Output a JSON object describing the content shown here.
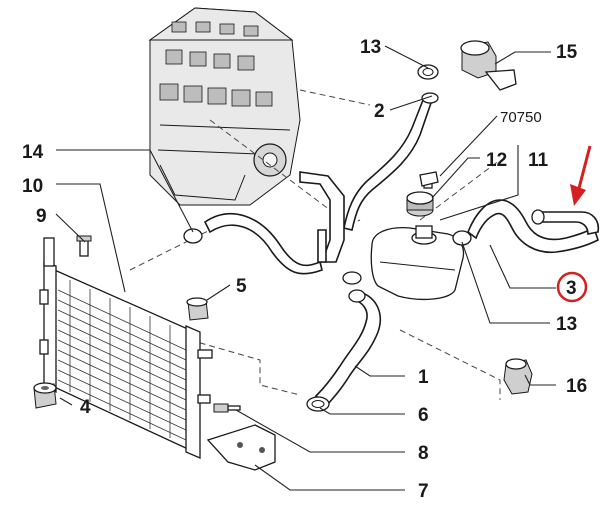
{
  "callouts": [
    {
      "id": "c1",
      "label": "1"
    },
    {
      "id": "c2",
      "label": "2"
    },
    {
      "id": "c3",
      "label": "3",
      "highlighted": true
    },
    {
      "id": "c4",
      "label": "4"
    },
    {
      "id": "c5",
      "label": "5"
    },
    {
      "id": "c6",
      "label": "6"
    },
    {
      "id": "c7",
      "label": "7"
    },
    {
      "id": "c8",
      "label": "8"
    },
    {
      "id": "c9",
      "label": "9"
    },
    {
      "id": "c10",
      "label": "10"
    },
    {
      "id": "c11",
      "label": "11"
    },
    {
      "id": "c12",
      "label": "12"
    },
    {
      "id": "c13a",
      "label": "13"
    },
    {
      "id": "c13b",
      "label": "13"
    },
    {
      "id": "c14",
      "label": "14"
    },
    {
      "id": "c15",
      "label": "15"
    },
    {
      "id": "c16",
      "label": "16"
    }
  ],
  "drawing_number": "70750",
  "colors": {
    "highlight_circle": "#d42020",
    "arrow": "#d42020",
    "ink": "#1a1a1a"
  },
  "icons": {
    "pointer": "red-arrow-icon"
  }
}
